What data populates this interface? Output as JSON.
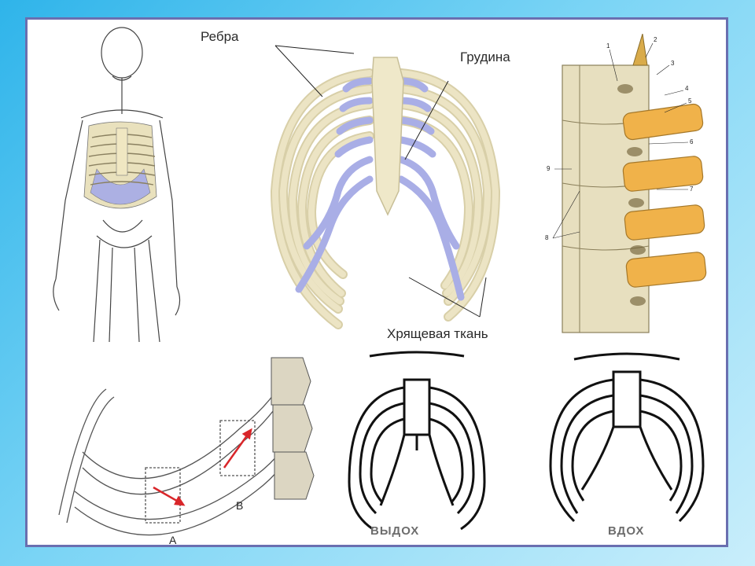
{
  "labels": {
    "ribs": "Ребра",
    "sternum": "Грудина",
    "cartilage": "Хрящевая ткань"
  },
  "motion": {
    "label_a": "А",
    "label_b": "В"
  },
  "breathing": {
    "exhale": "ВЫДОХ",
    "inhale": "ВДОХ"
  },
  "vertebra_numbers": [
    "1",
    "2",
    "3",
    "4",
    "5",
    "6",
    "7",
    "8",
    "9"
  ],
  "colors": {
    "bone": "#ece4c4",
    "cartilage": "#a9aee6",
    "rib_orange": "#f0b24a",
    "arrow": "#d9262a",
    "frame": "#6a6fb0"
  }
}
